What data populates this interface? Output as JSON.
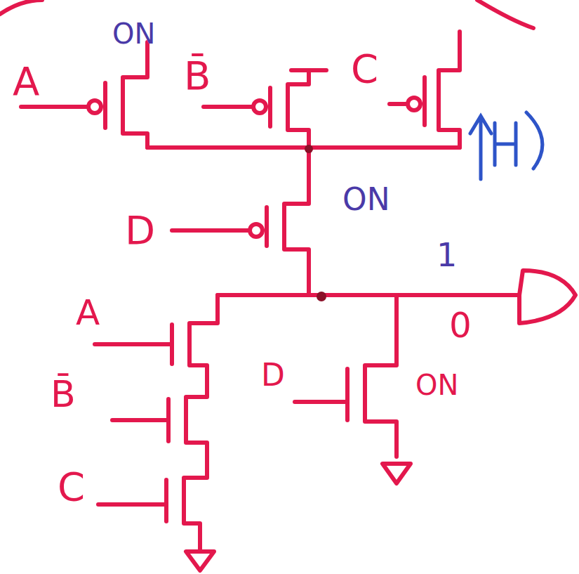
{
  "diagram": {
    "labels": [
      "ON",
      "A",
      "B̄",
      "C",
      "D",
      "ON",
      "1",
      "0",
      "A",
      "B̄",
      "C",
      "D",
      "ON"
    ]
  }
}
